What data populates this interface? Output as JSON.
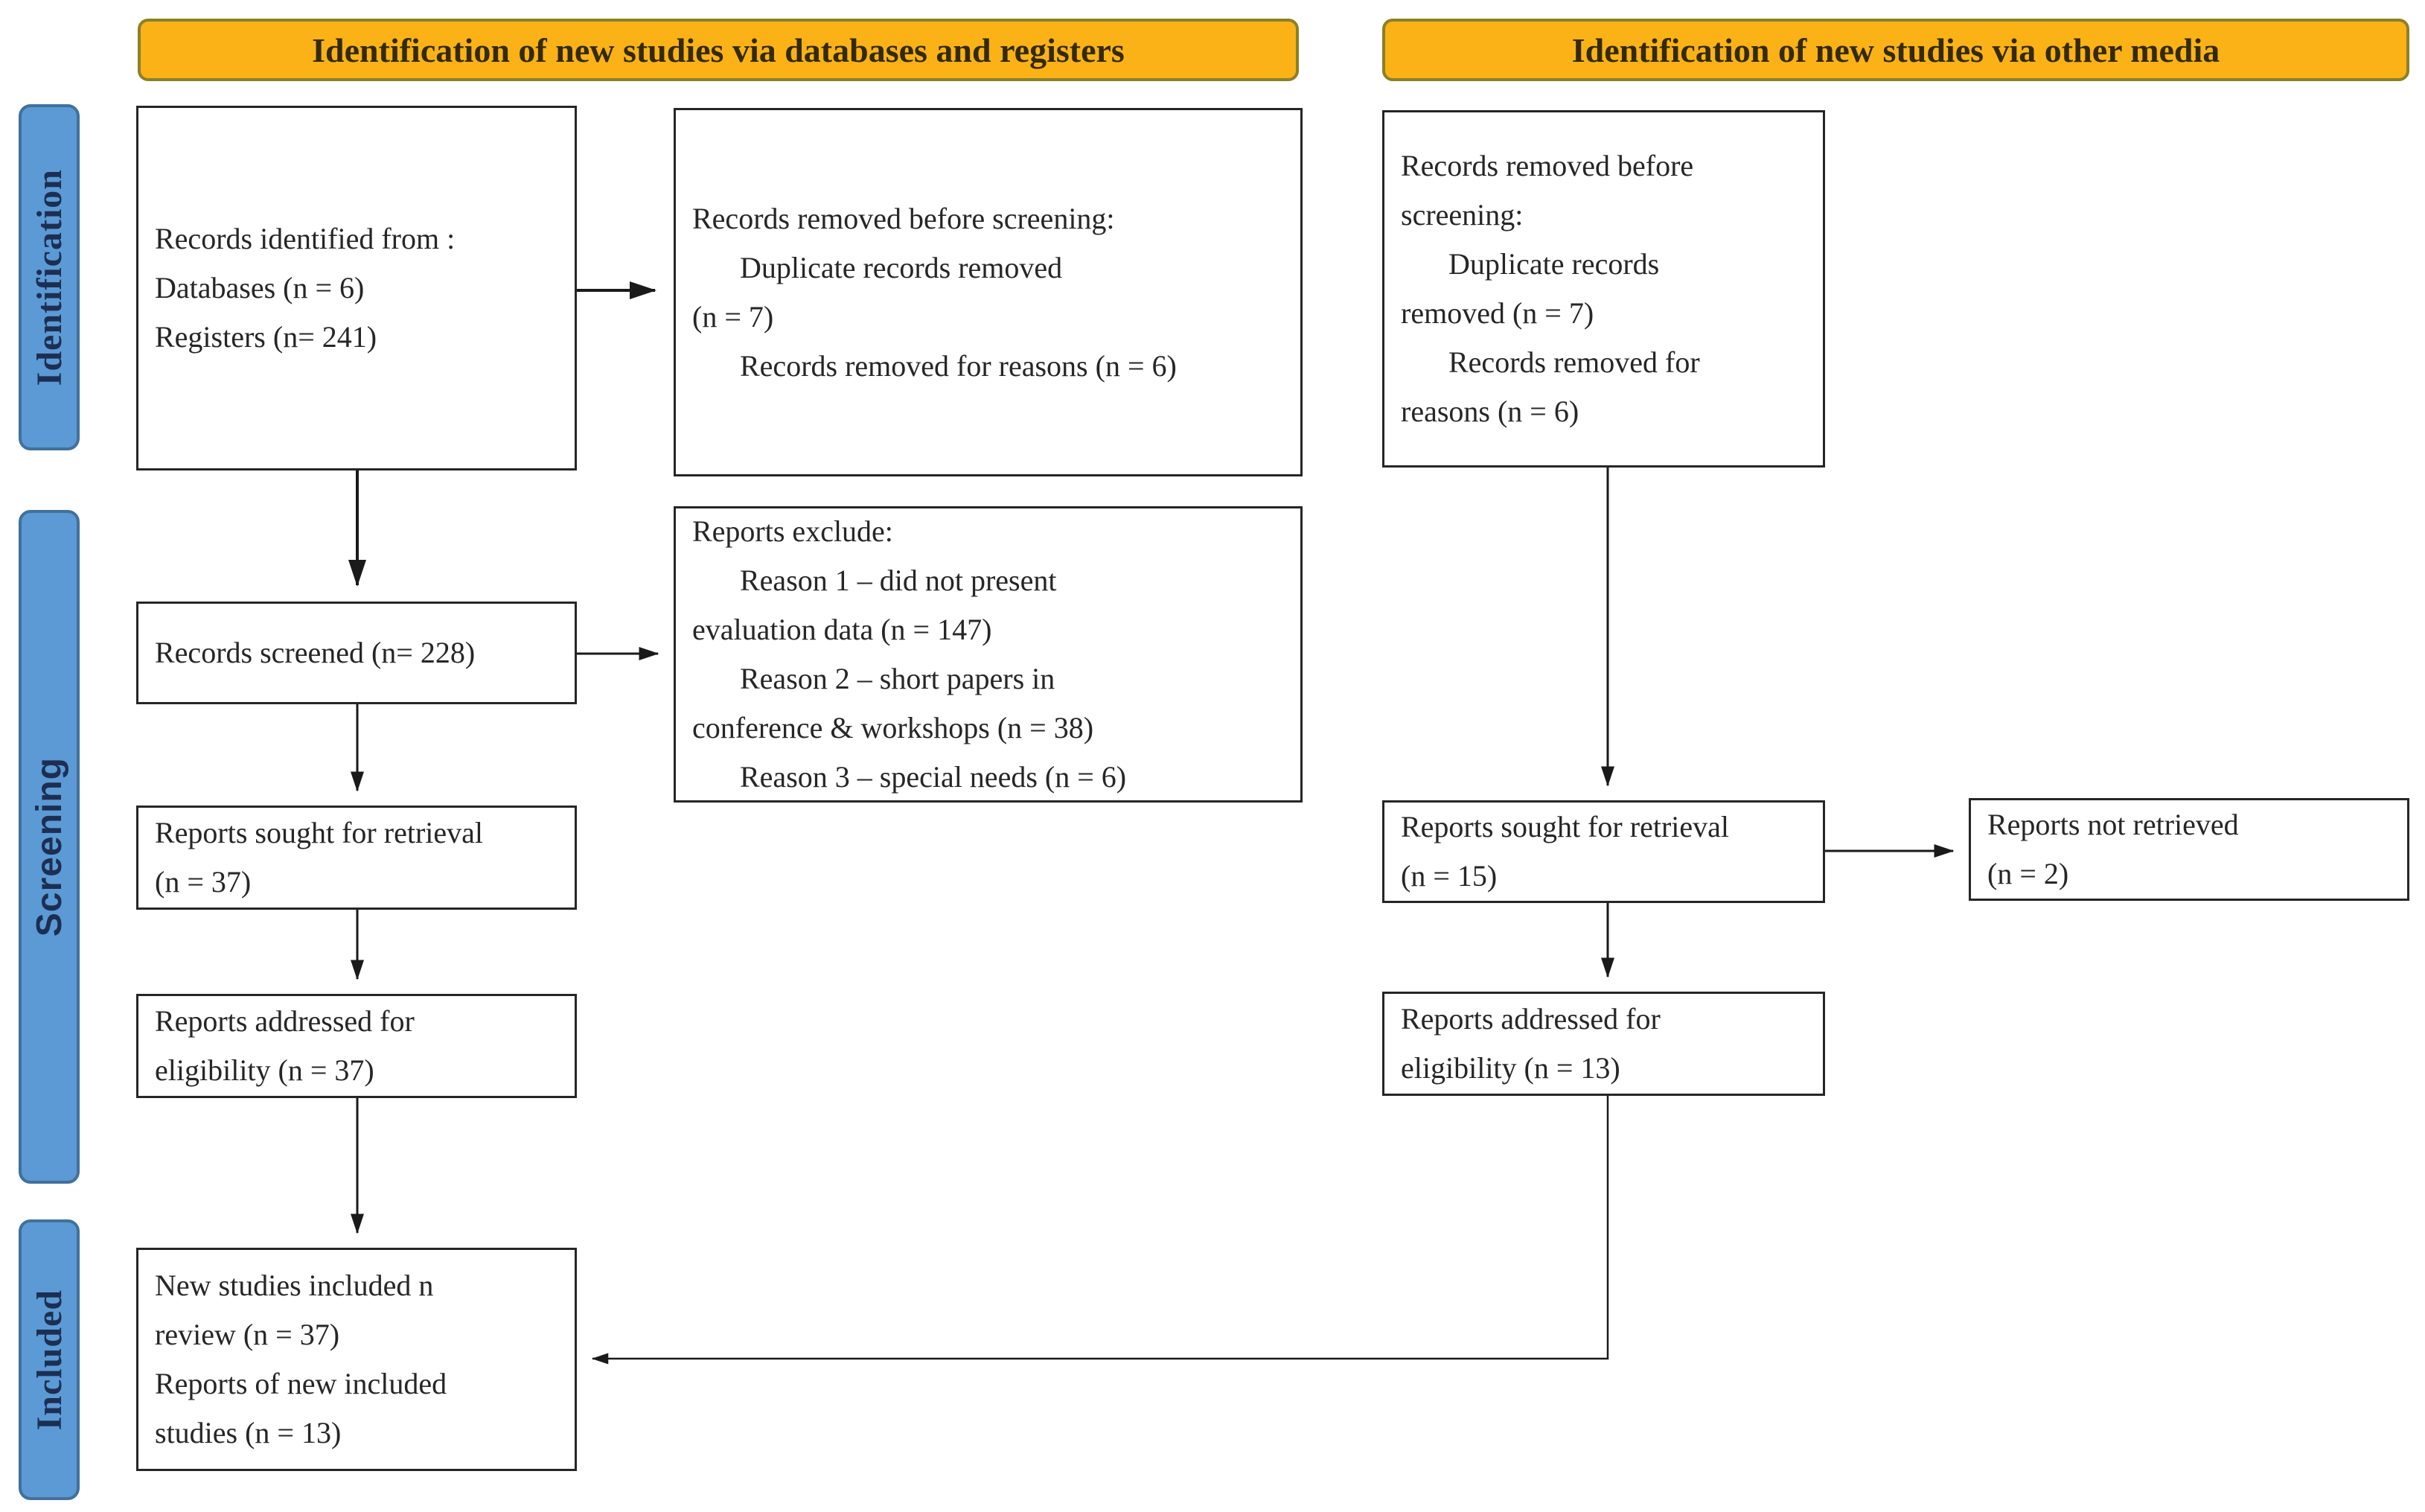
{
  "diagram": {
    "type": "prisma-flow",
    "headers": {
      "left": "Identification of new studies via databases and registers",
      "right": "Identification of new studies via other media"
    },
    "stages": {
      "identification": "Identification",
      "screening": "Screening",
      "included": "Included"
    },
    "boxes": {
      "records_identified": {
        "lines": [
          "Records identified from :",
          "Databases (n = 6)",
          "Registers (n= 241)"
        ]
      },
      "records_removed_left": {
        "lines": [
          "Records removed before screening:",
          "Duplicate records removed",
          "(n = 7)",
          "Records removed for reasons (n = 6)"
        ]
      },
      "records_removed_right": {
        "lines": [
          "Records removed before",
          "screening:",
          "Duplicate records",
          "removed (n = 7)",
          "Records removed for",
          "reasons (n = 6)"
        ]
      },
      "records_screened": {
        "lines": [
          "Records screened (n= 228)"
        ]
      },
      "reports_excluded": {
        "lines": [
          "Reports exclude:",
          "Reason 1 – did not present",
          "evaluation data (n = 147)",
          "Reason 2 – short papers in",
          "conference & workshops (n = 38)",
          "Reason 3 – special needs (n = 6)"
        ]
      },
      "reports_sought_left": {
        "lines": [
          "Reports sought for retrieval",
          "(n = 37)"
        ]
      },
      "reports_addressed_left": {
        "lines": [
          "Reports addressed for",
          "eligibility (n = 37)"
        ]
      },
      "reports_sought_right": {
        "lines": [
          "Reports sought for retrieval",
          "(n = 15)"
        ]
      },
      "reports_not_retrieved": {
        "lines": [
          "Reports not retrieved",
          "(n = 2)"
        ]
      },
      "reports_addressed_right": {
        "lines": [
          "Reports addressed for",
          "eligibility (n = 13)"
        ]
      },
      "new_studies_included": {
        "lines": [
          "New studies included n",
          "review (n = 37)",
          "Reports of new included",
          "studies (n = 13)"
        ]
      }
    },
    "colors": {
      "header_fill": "#FBB217",
      "header_border": "#8B8027",
      "stage_fill": "#5B9AD5",
      "stage_border": "#41719C",
      "box_border": "#262626",
      "arrow": "#1a1a1a"
    }
  }
}
